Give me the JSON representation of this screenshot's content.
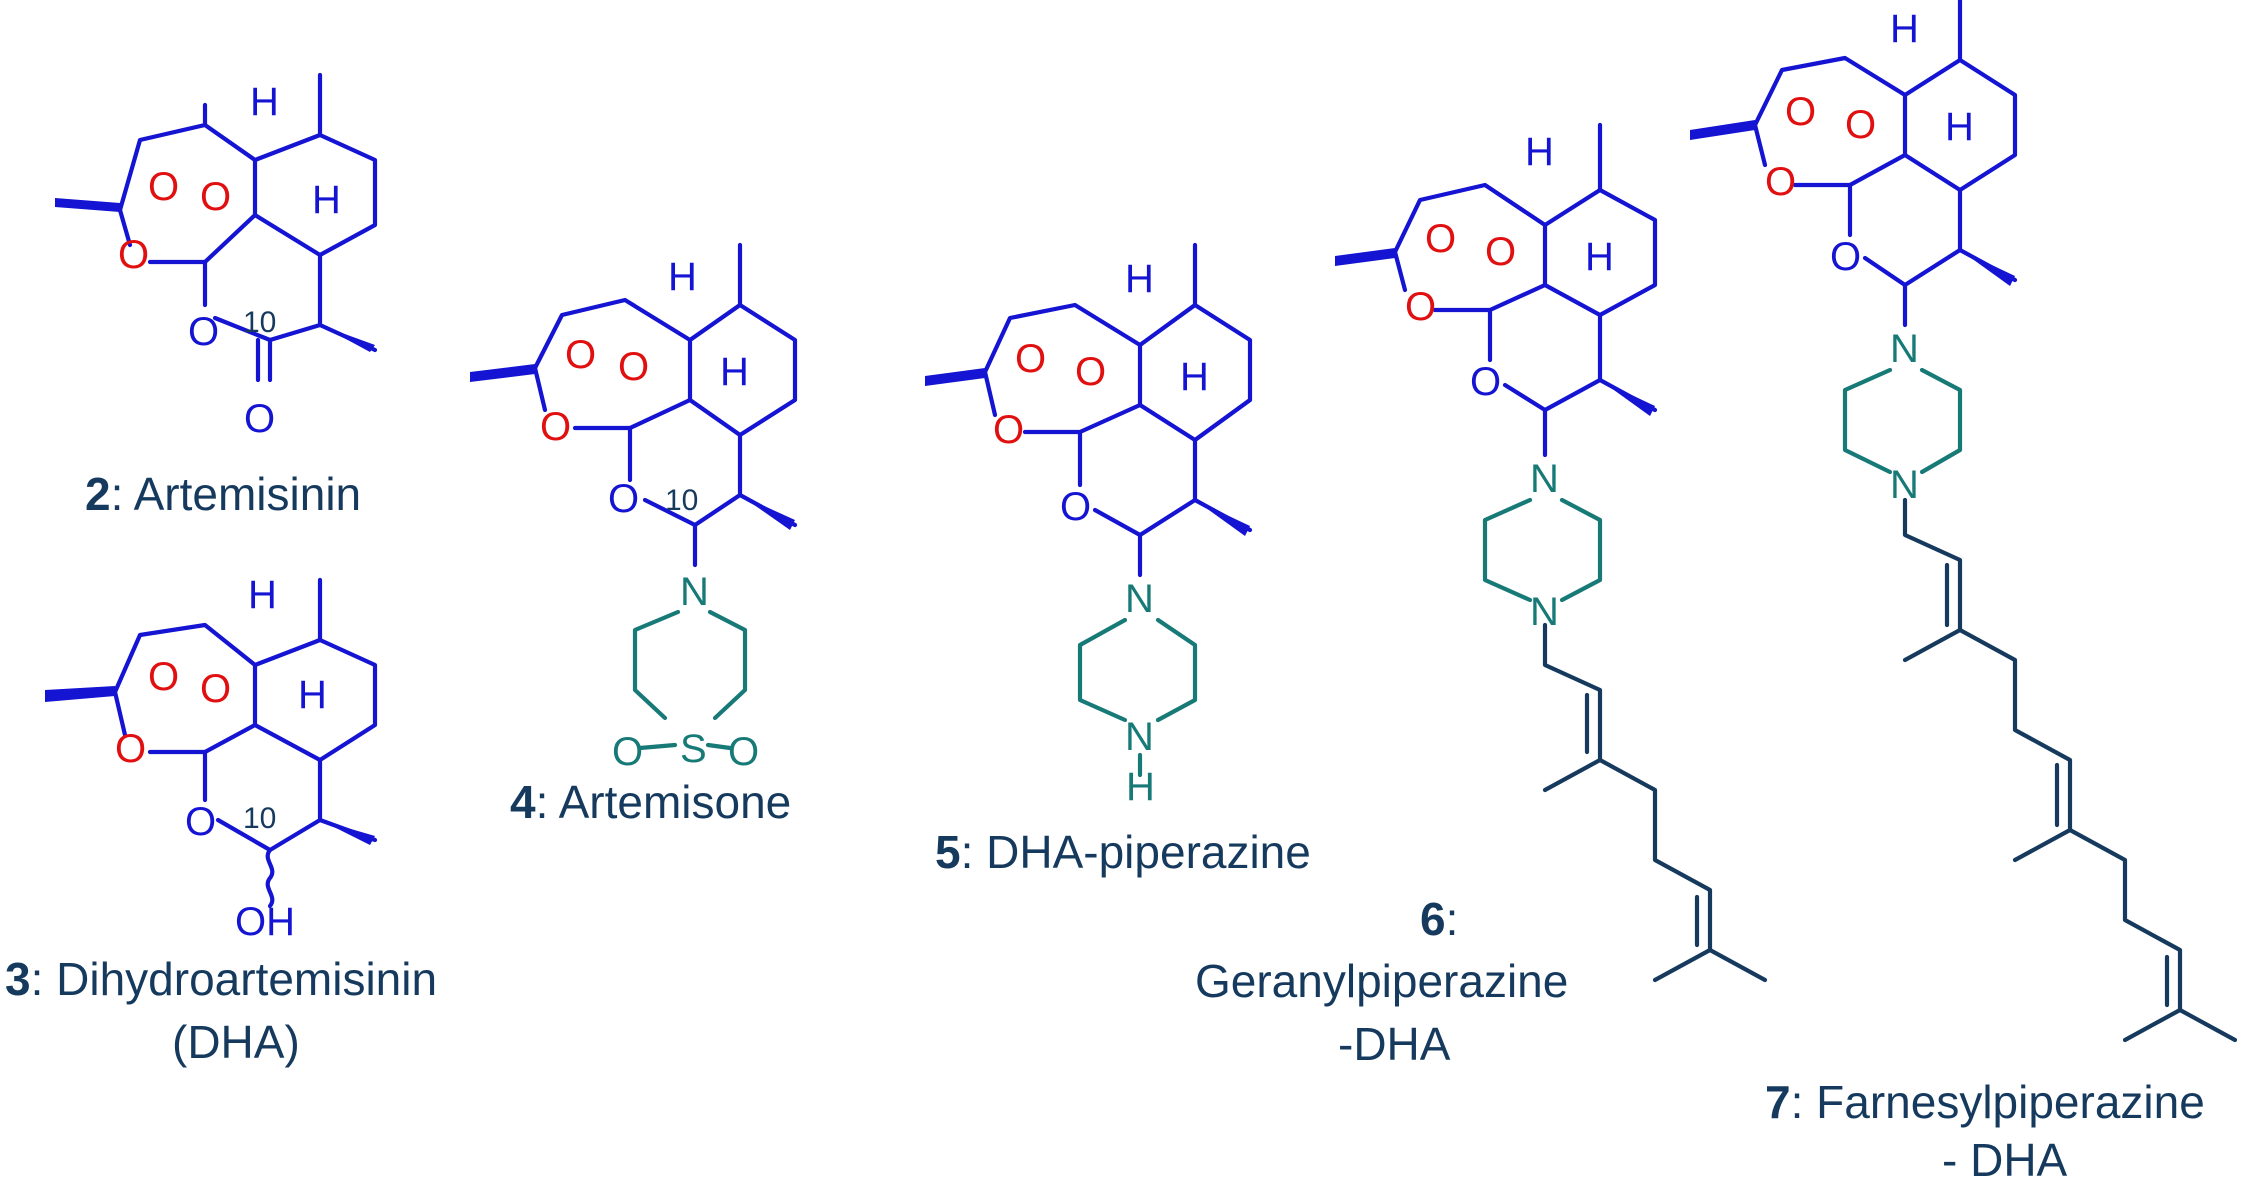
{
  "figure": {
    "compounds": [
      {
        "number": "2",
        "name": ": Artemisinin",
        "position_label": "10"
      },
      {
        "number": "3",
        "name": ": Dihydroartemisinin",
        "name_line2": "(DHA)",
        "position_label": "10",
        "substituent": "OH"
      },
      {
        "number": "4",
        "name": ": Artemisone",
        "position_label": "10"
      },
      {
        "number": "5",
        "name": ": DHA-piperazine"
      },
      {
        "number": "6",
        "name": ":",
        "name_line2": "Geranylpiperazine",
        "name_line3": "-DHA"
      },
      {
        "number": "7",
        "name": ": Farnesylpiperazine",
        "name_line2": "- DHA"
      }
    ],
    "atoms": {
      "O": "O",
      "N": "N",
      "S": "S",
      "H": "H",
      "OH": "OH"
    },
    "colors": {
      "core": "#1414d2",
      "peroxide": "#e11010",
      "heterocycle": "#177a77",
      "text": "#163a5e"
    }
  }
}
